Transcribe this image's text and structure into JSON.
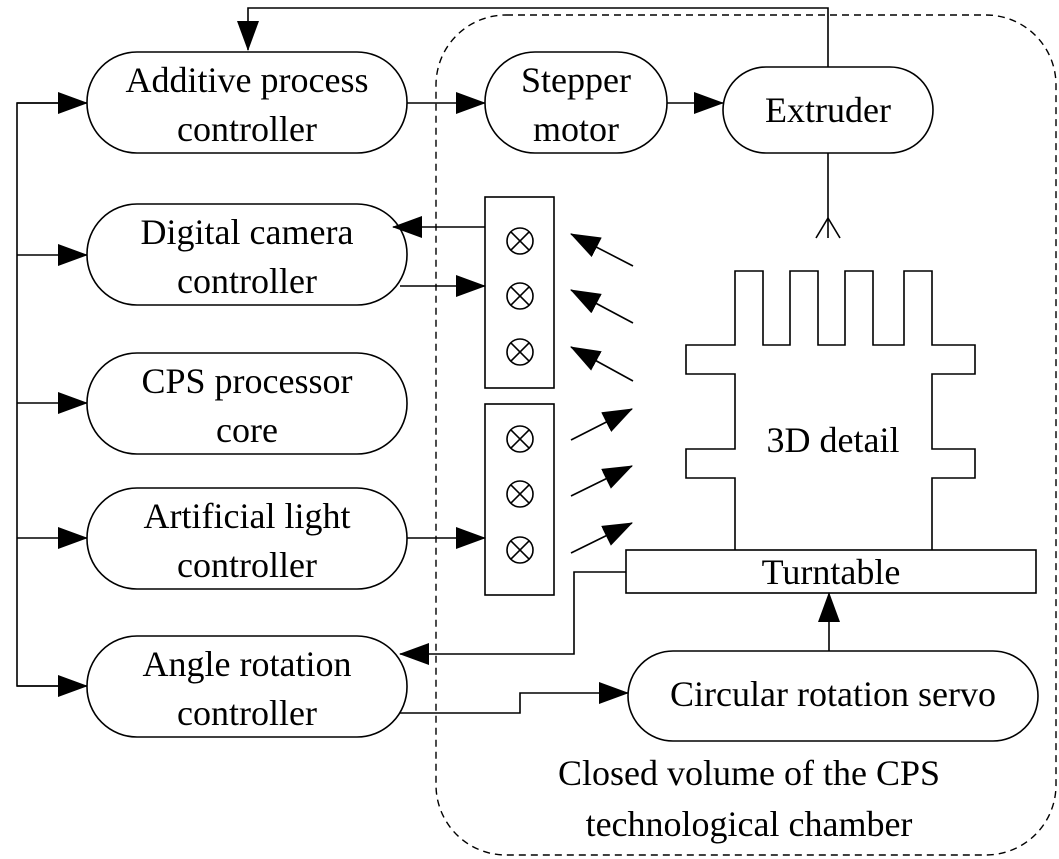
{
  "diagram": {
    "controllers": {
      "additive": [
        "Additive process",
        "controller"
      ],
      "camera": [
        "Digital camera",
        "controller"
      ],
      "cps_core": [
        "CPS processor",
        "core"
      ],
      "light": [
        "Artificial light",
        "controller"
      ],
      "angle": [
        "Angle rotation",
        "controller"
      ]
    },
    "stepper": [
      "Stepper",
      "motor"
    ],
    "extruder": "Extruder",
    "detail": "3D detail",
    "turntable": "Turntable",
    "servo": "Circular rotation servo",
    "chamber": [
      "Closed volume of the CPS",
      "technological chamber"
    ]
  },
  "colors": {
    "line": "#000000",
    "background": "#ffffff"
  }
}
